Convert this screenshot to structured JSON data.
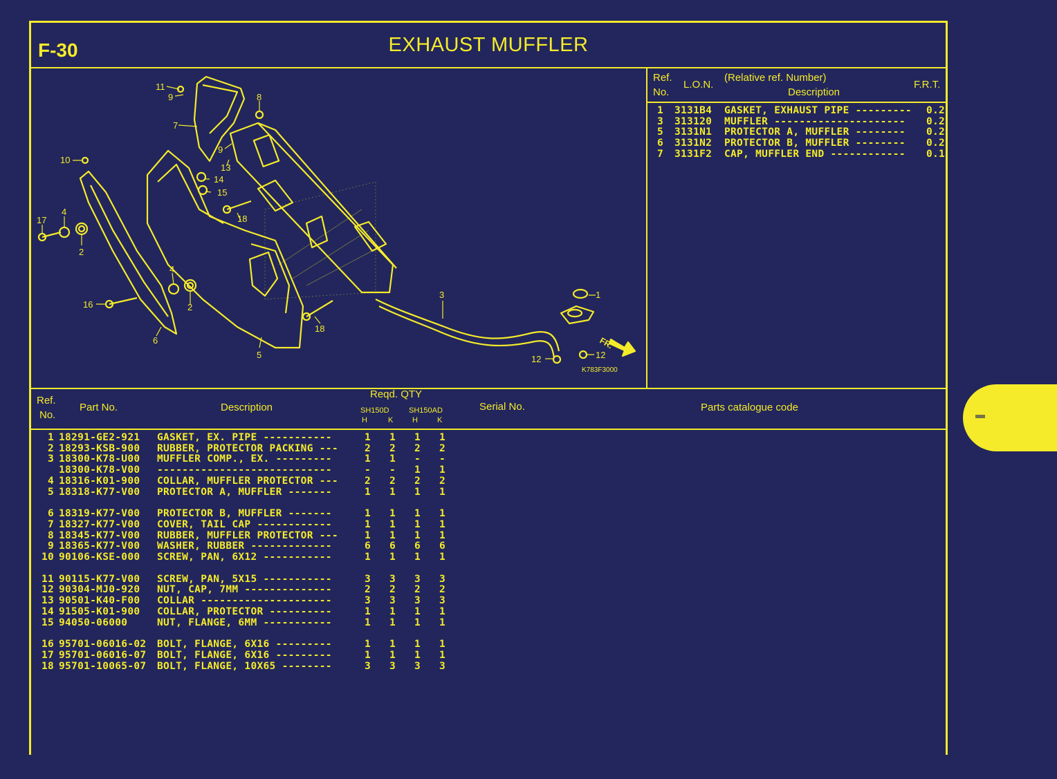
{
  "header": {
    "code": "F-30",
    "title": "EXHAUST  MUFFLER"
  },
  "diagram": {
    "code": "K783F3000",
    "direction_label": "FR.",
    "callouts": [
      "1",
      "2",
      "2",
      "3",
      "4",
      "4",
      "5",
      "6",
      "7",
      "8",
      "9",
      "9",
      "10",
      "11",
      "12",
      "12",
      "13",
      "14",
      "15",
      "16",
      "17",
      "18",
      "18"
    ]
  },
  "frt_table": {
    "headers": {
      "ref": "Ref.",
      "no": "No.",
      "lon": "L.O.N.",
      "relative": "(Relative ref. Number)",
      "description": "Description",
      "frt": "F.R.T."
    },
    "rows": [
      {
        "ref": "1",
        "lon": "3131B4",
        "desc": "GASKET, EXHAUST PIPE ---------",
        "frt": "0.2"
      },
      {
        "ref": "3",
        "lon": "313120",
        "desc": "MUFFLER ---------------------",
        "frt": "0.2"
      },
      {
        "ref": "5",
        "lon": "3131N1",
        "desc": "PROTECTOR A, MUFFLER --------",
        "frt": "0.2"
      },
      {
        "ref": "6",
        "lon": "3131N2",
        "desc": "PROTECTOR B, MUFFLER --------",
        "frt": "0.2"
      },
      {
        "ref": "7",
        "lon": "3131F2",
        "desc": "CAP, MUFFLER END ------------",
        "frt": "0.1"
      }
    ]
  },
  "parts_table": {
    "headers": {
      "ref": "Ref.",
      "no": "No.",
      "part_no": "Part No.",
      "description": "Description",
      "reqd_qty": "Reqd. QTY",
      "model1": "SH150D",
      "model2": "SH150AD",
      "h": "H",
      "k": "K",
      "serial": "Serial No.",
      "catalogue": "Parts catalogue code"
    },
    "rows": [
      {
        "ref": "1",
        "part": "18291-GE2-921",
        "desc": "GASKET, EX. PIPE -----------",
        "q": [
          "1",
          "1",
          "1",
          "1"
        ]
      },
      {
        "ref": "2",
        "part": "18293-KSB-900",
        "desc": "RUBBER, PROTECTOR PACKING ---",
        "q": [
          "2",
          "2",
          "2",
          "2"
        ]
      },
      {
        "ref": "3",
        "part": "18300-K78-U00",
        "desc": "MUFFLER COMP., EX. ---------",
        "q": [
          "1",
          "1",
          "-",
          "-"
        ]
      },
      {
        "ref": "",
        "part": "18300-K78-V00",
        "desc": "----------------------------",
        "q": [
          "-",
          "-",
          "1",
          "1"
        ]
      },
      {
        "ref": "4",
        "part": "18316-K01-900",
        "desc": "COLLAR, MUFFLER PROTECTOR ---",
        "q": [
          "2",
          "2",
          "2",
          "2"
        ]
      },
      {
        "ref": "5",
        "part": "18318-K77-V00",
        "desc": "PROTECTOR A, MUFFLER -------",
        "q": [
          "1",
          "1",
          "1",
          "1"
        ]
      },
      {
        "ref": "6",
        "part": "18319-K77-V00",
        "desc": "PROTECTOR B, MUFFLER -------",
        "q": [
          "1",
          "1",
          "1",
          "1"
        ]
      },
      {
        "ref": "7",
        "part": "18327-K77-V00",
        "desc": "COVER, TAIL CAP ------------",
        "q": [
          "1",
          "1",
          "1",
          "1"
        ]
      },
      {
        "ref": "8",
        "part": "18345-K77-V00",
        "desc": "RUBBER, MUFFLER PROTECTOR ---",
        "q": [
          "1",
          "1",
          "1",
          "1"
        ]
      },
      {
        "ref": "9",
        "part": "18365-K77-V00",
        "desc": "WASHER, RUBBER -------------",
        "q": [
          "6",
          "6",
          "6",
          "6"
        ]
      },
      {
        "ref": "10",
        "part": "90106-KSE-000",
        "desc": "SCREW, PAN, 6X12 -----------",
        "q": [
          "1",
          "1",
          "1",
          "1"
        ]
      },
      {
        "ref": "11",
        "part": "90115-K77-V00",
        "desc": "SCREW, PAN, 5X15 -----------",
        "q": [
          "3",
          "3",
          "3",
          "3"
        ]
      },
      {
        "ref": "12",
        "part": "90304-MJ0-920",
        "desc": "NUT, CAP, 7MM --------------",
        "q": [
          "2",
          "2",
          "2",
          "2"
        ]
      },
      {
        "ref": "13",
        "part": "90501-K40-F00",
        "desc": "COLLAR ---------------------",
        "q": [
          "3",
          "3",
          "3",
          "3"
        ]
      },
      {
        "ref": "14",
        "part": "91505-K01-900",
        "desc": "COLLAR, PROTECTOR ----------",
        "q": [
          "1",
          "1",
          "1",
          "1"
        ]
      },
      {
        "ref": "15",
        "part": "94050-06000",
        "desc": "NUT, FLANGE, 6MM -----------",
        "q": [
          "1",
          "1",
          "1",
          "1"
        ]
      },
      {
        "ref": "16",
        "part": "95701-06016-02",
        "desc": "BOLT, FLANGE, 6X16 ---------",
        "q": [
          "1",
          "1",
          "1",
          "1"
        ]
      },
      {
        "ref": "17",
        "part": "95701-06016-07",
        "desc": "BOLT, FLANGE, 6X16 ---------",
        "q": [
          "1",
          "1",
          "1",
          "1"
        ]
      },
      {
        "ref": "18",
        "part": "95701-10065-07",
        "desc": "BOLT, FLANGE, 10X65 --------",
        "q": [
          "3",
          "3",
          "3",
          "3"
        ]
      }
    ]
  },
  "colors": {
    "background": "#22265c",
    "foreground": "#f5eb2a"
  }
}
